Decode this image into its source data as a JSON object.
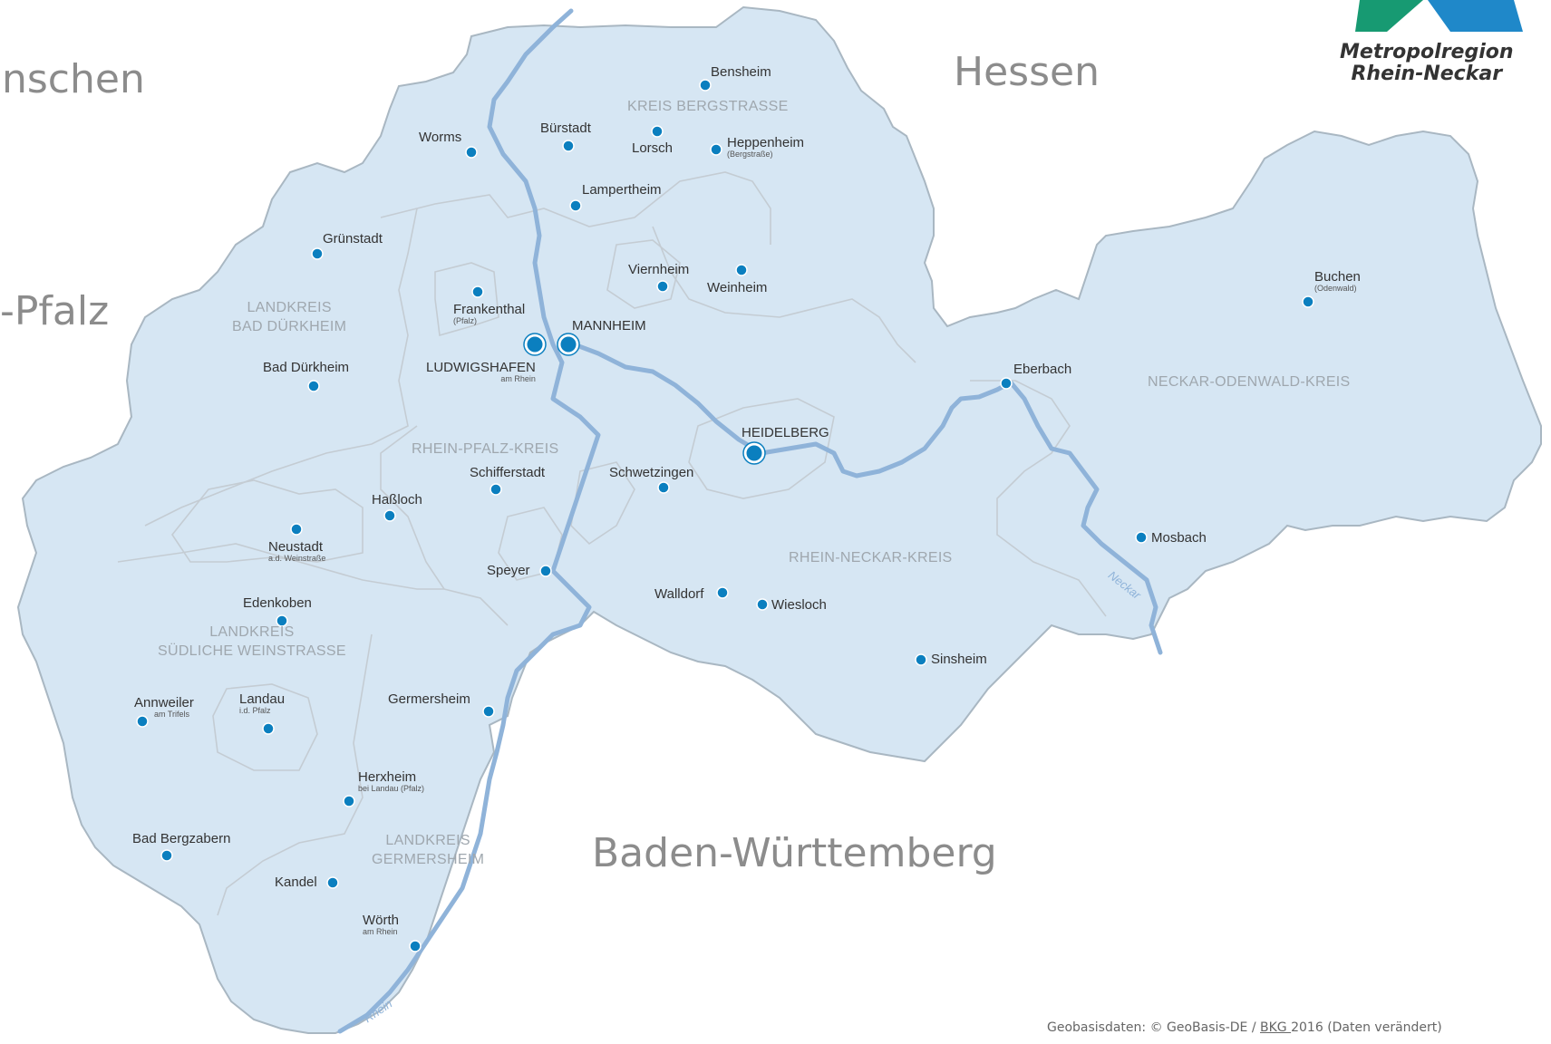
{
  "colors": {
    "region_fill": "#d6e6f3",
    "border": "#a9b7c2",
    "district_border": "#c4ccd3",
    "river": "#8fb3d9",
    "marker": "#0b7fbf",
    "marker_ring": "#ffffff",
    "logo_green": "#179a72",
    "logo_blue": "#1f88c9"
  },
  "states": {
    "niedersachsen_partial": "nschen",
    "pfalz_partial": "-Pfalz",
    "hessen": "Hessen",
    "bw": "Baden-Württemberg"
  },
  "logo": {
    "line1": "Metropolregion",
    "line2": "Rhein-Neckar"
  },
  "districts": {
    "bergstrasse": "KREIS BERGSTRASSE",
    "bad_duerkheim_1": "LANDKREIS",
    "bad_duerkheim_2": "BAD DÜRKHEIM",
    "rhein_pfalz": "RHEIN-PFALZ-KREIS",
    "rhein_neckar": "RHEIN-NECKAR-KREIS",
    "neckar_odenwald": "NECKAR-ODENWALD-KREIS",
    "suedliche_weinstrasse_1": "LANDKREIS",
    "suedliche_weinstrasse_2": "SÜDLICHE WEINSTRASSE",
    "germersheim_1": "LANDKREIS",
    "germersheim_2": "GERMERSHEIM"
  },
  "cities": {
    "bensheim": "Bensheim",
    "buerstadt": "Bürstadt",
    "lorsch": "Lorsch",
    "heppenheim": "Heppenheim",
    "heppenheim_sub": "(Bergstraße)",
    "worms": "Worms",
    "lampertheim": "Lampertheim",
    "gruenstadt": "Grünstadt",
    "viernheim": "Viernheim",
    "weinheim": "Weinheim",
    "frankenthal": "Frankenthal",
    "frankenthal_sub": "(Pfalz)",
    "mannheim": "MANNHEIM",
    "ludwigshafen": "LUDWIGSHAFEN",
    "ludwigshafen_sub": "am Rhein",
    "bad_duerkheim": "Bad Dürkheim",
    "buchen": "Buchen",
    "buchen_sub": "(Odenwald)",
    "eberbach": "Eberbach",
    "heidelberg": "HEIDELBERG",
    "schifferstadt": "Schifferstadt",
    "schwetzingen": "Schwetzingen",
    "hassloch": "Haßloch",
    "neustadt": "Neustadt",
    "neustadt_sub": "a.d. Weinstraße",
    "mosbach": "Mosbach",
    "speyer": "Speyer",
    "walldorf": "Walldorf",
    "wiesloch": "Wiesloch",
    "edenkoben": "Edenkoben",
    "sinsheim": "Sinsheim",
    "annweiler": "Annweiler",
    "annweiler_sub": "am Trifels",
    "landau": "Landau",
    "landau_sub": "i.d. Pfalz",
    "germersheim": "Germersheim",
    "herxheim": "Herxheim",
    "herxheim_sub": "bei Landau (Pfalz)",
    "bad_bergzabern": "Bad Bergzabern",
    "kandel": "Kandel",
    "woerth": "Wörth",
    "woerth_sub": "am Rhein"
  },
  "rivers": {
    "neckar": "Neckar",
    "rhein": "Rhein"
  },
  "attribution": {
    "prefix": "Geobasisdaten: © GeoBasis-DE / ",
    "link": "BKG ",
    "suffix": "2016 (Daten verändert)"
  }
}
